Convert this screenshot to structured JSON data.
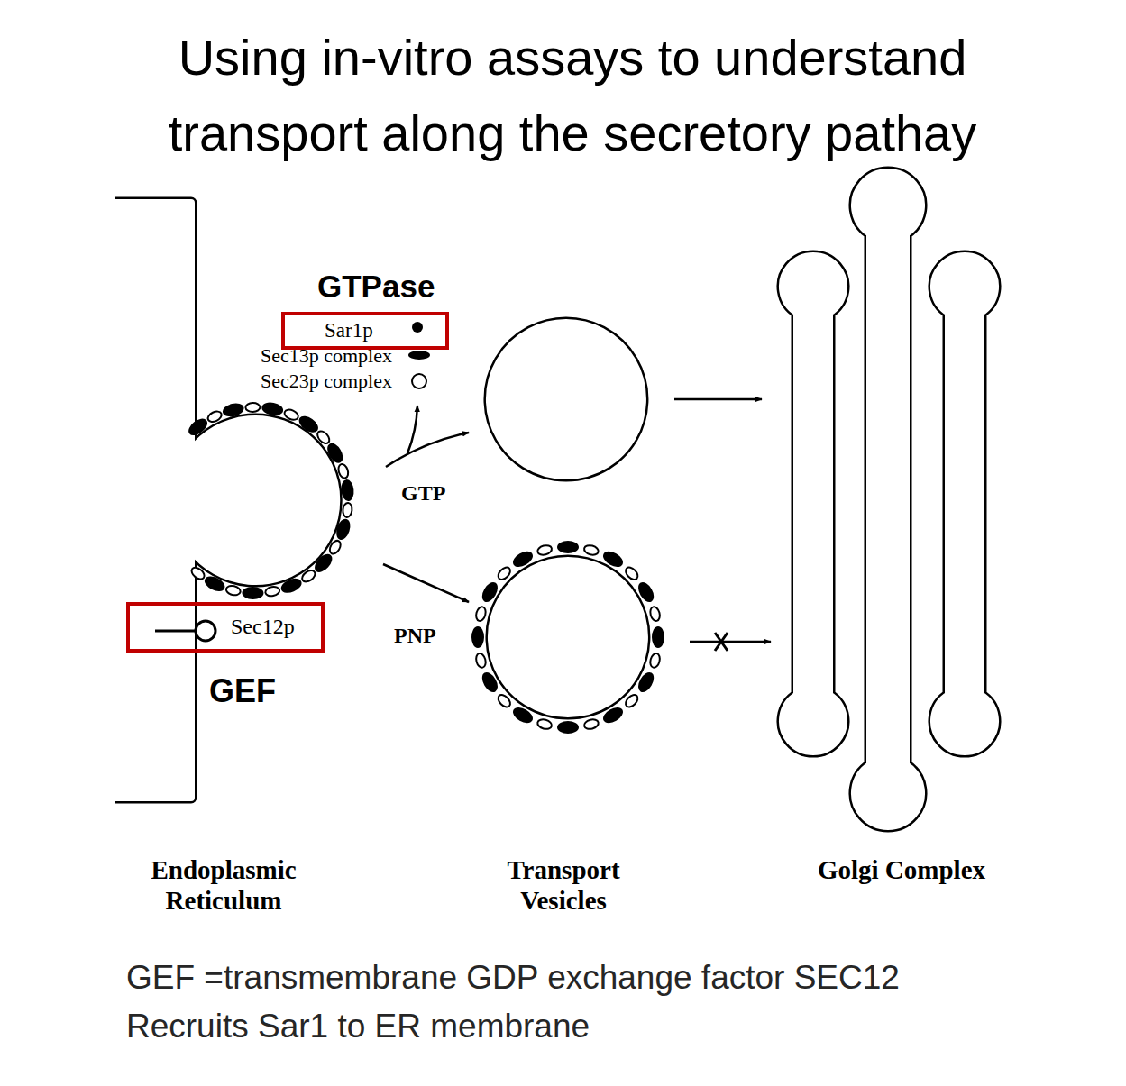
{
  "diagram": {
    "title": "Using in-vitro assays to understand transport along the secretory pathay",
    "caption": "GEF =transmembrane GDP exchange factor SEC12 Recruits Sar1 to ER membrane",
    "nodes": [
      {
        "text": [
          "GTPase",
          "Sar1p"
        ]
      },
      {
        "text": [
          "Sec12p",
          "GEF"
        ]
      }
    ],
    "labels": [
      "GTP",
      "PNP",
      "Endoplasmic Reticulum",
      "Transport Vesicles",
      "Golgi Complex"
    ],
    "legend": [
      {
        "text": "Sec13p complex"
      },
      {
        "text": "Sec23p complex"
      }
    ]
  }
}
